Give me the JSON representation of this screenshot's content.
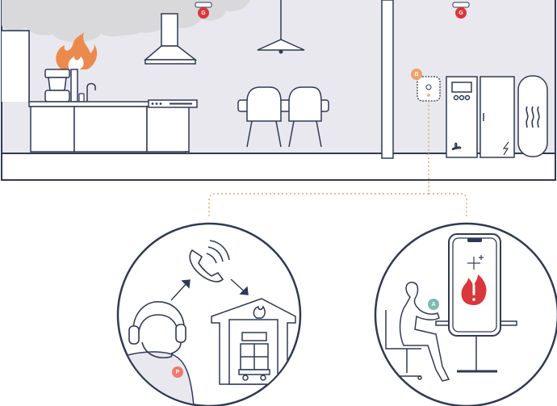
{
  "badges": {
    "kitchen_detector": "G",
    "hall_detector": "G",
    "gateway": "B",
    "app_user": "A",
    "operator": "P"
  },
  "colors": {
    "outline": "#2e3a55",
    "room_fill": "#e8e8ee",
    "floor_fill": "#ffffff",
    "badge_red": "#d9373b",
    "badge_orange": "#f3a064",
    "badge_teal": "#7fb9b4",
    "operator_pink": "#f07a6e",
    "flame_orange": "#ec8a4d",
    "alert_red": "#d9373b",
    "smoke": "#d9d9dc",
    "link_dots": "#f0a265"
  },
  "icons": [
    "smoke-detector-icon",
    "flame-icon",
    "range-hood-icon",
    "pendant-lamp-icon",
    "gateway-icon",
    "heat-pump-icon",
    "boiler-icon",
    "fan-icon",
    "lightning-icon",
    "heat-icon",
    "headset-icon",
    "phone-icon",
    "arrow-icon",
    "fire-station-icon",
    "smartphone-icon",
    "fire-alert-icon",
    "sparkle-icon"
  ]
}
